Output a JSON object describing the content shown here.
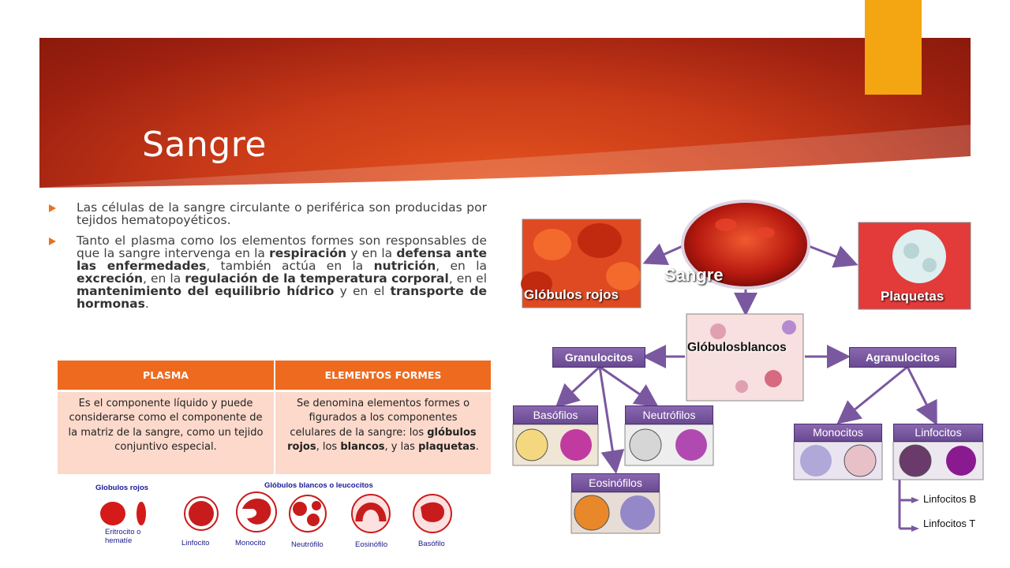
{
  "slide": {
    "title": "Sangre",
    "colors": {
      "banner": "#c93a18",
      "accent": "#f3a512",
      "bullet": "#e8721e",
      "table_header": "#ed6a1f",
      "table_cell": "#fcd9cb",
      "diagram_box": "#7a58a0"
    }
  },
  "bullets": [
    {
      "text": "Las células de la sangre circulante o periférica son producidas por tejidos hematopoyéticos."
    },
    {
      "p1": "Tanto el plasma como los elementos formes son responsables de que la sangre intervenga en la ",
      "b1": "respiración",
      "p2": " y en la ",
      "b2": "defensa ante las enfermedades",
      "p3": ", también actúa en la ",
      "b3": "nutrición",
      "p4": ", en la ",
      "b4": "excreción",
      "p5": ", en la ",
      "b5": "regulación de la temperatura corporal",
      "p6": ", en el ",
      "b6": "mantenimiento del equilibrio hídrico",
      "p7": " y en el ",
      "b7": "transporte de hormonas",
      "p8": "."
    }
  ],
  "table": {
    "headers": [
      "PLASMA",
      "ELEMENTOS FORMES"
    ],
    "plasma": "Es el componente líquido y puede considerarse como el componente de la matriz de la sangre, como un tejido conjuntivo especial.",
    "formes": {
      "p1": "Se denomina elementos formes o figurados a los componentes celulares de la sangre: los ",
      "b1": "glóbulos rojos",
      "p2": ", los ",
      "b2": "blancos",
      "p3": ", y las ",
      "b3": "plaquetas",
      "p4": "."
    }
  },
  "cell_strip": {
    "header_red": "Globulos rojos",
    "header_white": "Glóbulos blancos o leucocitos",
    "eritrocito": "Eritrocito o hematíe",
    "labels": [
      "Linfocito",
      "Monocito",
      "Neutrófilo",
      "Eosinófilo",
      "Basófilo"
    ]
  },
  "diagram": {
    "center": "Sangre",
    "red": "Glóbulos rojos",
    "platelets": "Plaquetas",
    "white": "Glóbulosblancos",
    "granulocitos": "Granulocitos",
    "agranulocitos": "Agranulocitos",
    "basofilos": "Basófilos",
    "neutrofilos": "Neutrófilos",
    "eosinofilos": "Eosinófilos",
    "monocitos": "Monocitos",
    "linfocitos": "Linfocitos",
    "linfocitos_b": "Linfocitos B",
    "linfocitos_t": "Linfocitos T"
  }
}
